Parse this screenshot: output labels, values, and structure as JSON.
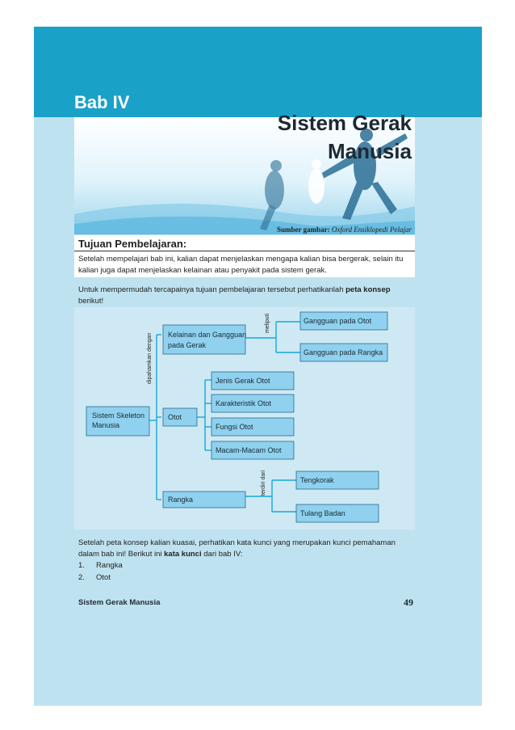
{
  "chapter": {
    "number": "Bab IV",
    "title_line1": "Sistem Gerak",
    "title_line2": "Manusia"
  },
  "image_source": {
    "label": "Sumber gambar:",
    "value": "Oxford Ensiklopedi Pelajar"
  },
  "objectives": {
    "heading": "Tujuan Pembelajaran:",
    "text": "Setelah mempelajari bab ini, kalian dapat menjelaskan mengapa kalian bisa bergerak, selain itu kalian juga dapat menjelaskan kelainan atau penyakit pada sistem gerak."
  },
  "intro": {
    "before": "Untuk mempermudah tercapainya tujuan pembelajaran tersebut perhatikanlah ",
    "bold": "peta konsep",
    "after": " berikut!"
  },
  "concept_map": {
    "root": {
      "line1": "Sistem Skeleton",
      "line2": "Manusia"
    },
    "relation_root": "dipahamkan dengan",
    "kelainan": {
      "line1": "Kelainan dan Gangguan",
      "line2": "pada Gerak"
    },
    "relation_kelainan": "meliputi",
    "gangguan_otot": "Gangguan pada Otot",
    "gangguan_rangka": "Gangguan pada Rangka",
    "otot": "Otot",
    "otot_children": [
      "Jenis Gerak Otot",
      "Karakteristik Otot",
      "Fungsi Otot",
      "Macam-Macam Otot"
    ],
    "rangka": "Rangka",
    "relation_rangka": "terdiri dari",
    "rangka_children": [
      "Tengkorak",
      "Tulang Badan"
    ]
  },
  "keywords_intro": {
    "before": "Setelah peta konsep kalian kuasai, perhatikan kata kunci yang merupakan kunci pemahaman dalam bab ini! Berikut ini ",
    "bold": "kata kunci",
    "after": " dari bab IV:"
  },
  "keywords": [
    {
      "num": "1.",
      "text": "Rangka"
    },
    {
      "num": "2.",
      "text": "Otot"
    }
  ],
  "footer": {
    "title": "Sistem Gerak Manusia",
    "page": "49"
  }
}
